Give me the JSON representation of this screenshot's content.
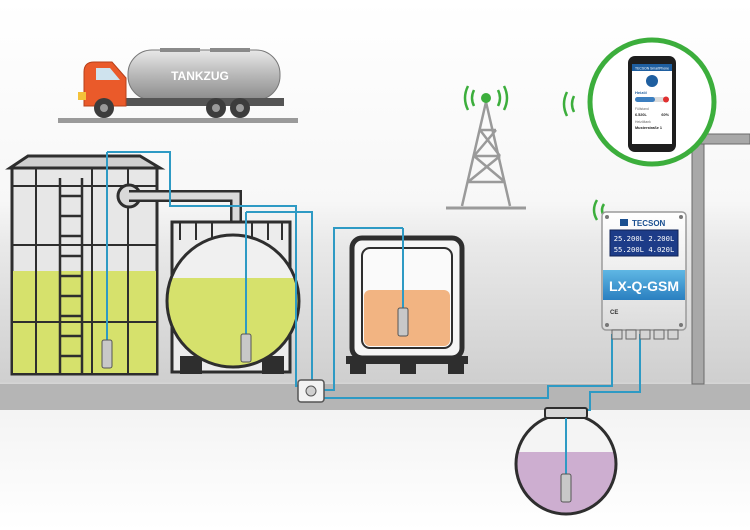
{
  "truck": {
    "label": "TANKZUG"
  },
  "device": {
    "brand": "TECSON",
    "display_line1": "25.200L  2.200L",
    "display_line2": "55.200L  4.020L",
    "model": "LX-Q-GSM",
    "ce_mark": "CE"
  },
  "phone": {
    "app_header": "TECSON SmartPhone",
    "item_label": "Heizöl",
    "field_label": "Füllstand",
    "fill_value": "6.520L",
    "fill_percent": "60%",
    "tank_label": "Heizöltank",
    "address": "Musterstraße 1"
  },
  "colors": {
    "cable": "#2e9ac4",
    "oil_green": "#d6e16c",
    "orange_liquid": "#f2b482",
    "purple_liquid": "#cdaed0",
    "signal_green": "#3cae3c",
    "truck_orange": "#ea5a2a"
  },
  "icons": [
    "truck-icon",
    "radio-tower-icon",
    "wifi-signal-icon",
    "smartphone-icon",
    "sensor-probe-icon",
    "junction-box-icon"
  ]
}
